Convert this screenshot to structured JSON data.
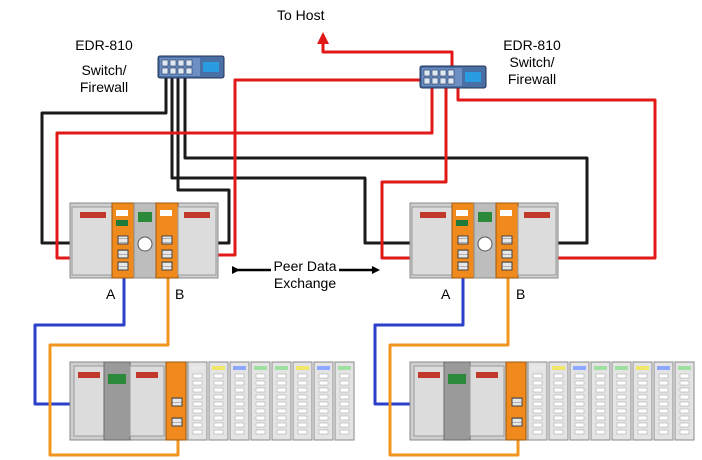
{
  "host_label": "To Host",
  "switch_left": {
    "model": "EDR-810",
    "role_line1": "Switch/",
    "role_line2": "Firewall"
  },
  "switch_right": {
    "model": "EDR-810",
    "role_line1": "Switch/",
    "role_line2": "Firewall"
  },
  "peer_label_line1": "Peer Data",
  "peer_label_line2": "Exchange",
  "controller_left": {
    "port_a": "A",
    "port_b": "B"
  },
  "controller_right": {
    "port_a": "A",
    "port_b": "B"
  },
  "colors": {
    "network_a": "#1a1a1a",
    "network_b": "#e01818",
    "io_a": "#2b3fc8",
    "io_b": "#f0961e",
    "module_body": "#d4d4d4",
    "adapter": "#f08a1c",
    "switch_body": "#4a6fa5"
  }
}
